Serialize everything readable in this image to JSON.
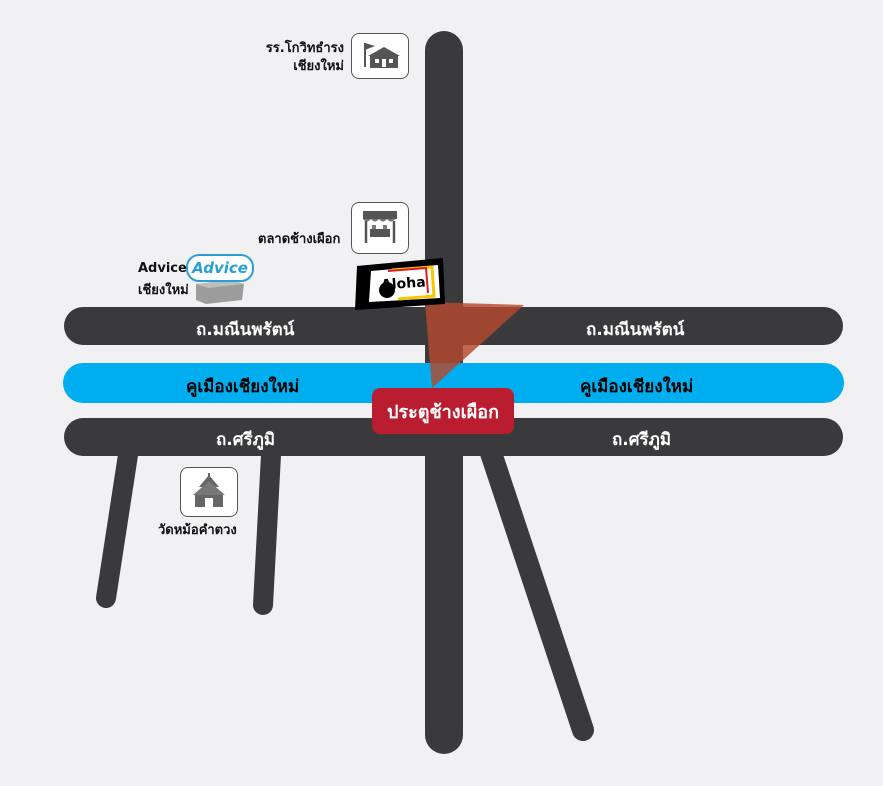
{
  "roads": {
    "top_left": "ถ.มณีนพรัตน์",
    "top_right": "ถ.มณีนพรัตน์",
    "moat_left": "คูเมืองเชียงใหม่",
    "moat_right": "คูเมืองเชียงใหม่",
    "bottom_left": "ถ.ศรีภูมิ",
    "bottom_right": "ถ.ศรีภูมิ"
  },
  "gate": {
    "label": "ประตูช้างเผือก"
  },
  "places": {
    "school": {
      "line1": "รร.โกวิทธำรง",
      "line2": "เชียงใหม่",
      "icon": "school-icon"
    },
    "market": {
      "label": "ตลาดช้างเผือก",
      "icon": "market-stall-icon"
    },
    "advice": {
      "line1": "Advice",
      "line2": "เชียงใหม่",
      "badge": "Advice",
      "icon": "store-box-icon"
    },
    "aloha": {
      "logo": "Aloha"
    },
    "temple": {
      "label": "วัดหม้อคำตวง",
      "icon": "temple-icon"
    }
  },
  "colors": {
    "background": "#f1f1f3",
    "road": "#3a3a3c",
    "moat": "#00aeef",
    "gate": "#b91d2f",
    "view_cone": "#b5492e"
  }
}
